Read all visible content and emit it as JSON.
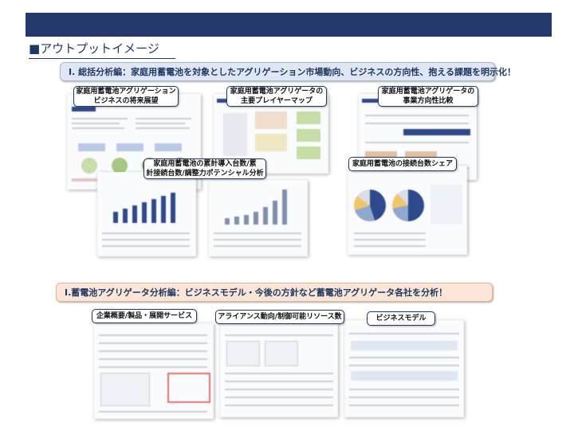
{
  "section_title": "■アウトプットイメージ",
  "banners": {
    "overview": "Ⅰ. 総括分析編：家庭用蓄電池を対象としたアグリゲーション市場動向、ビジネスの方向性、抱える課題を明示化！",
    "aggregator": "Ⅰ.蓄電池アグリゲータ分析編：ビジネスモデル・今後の方針など蓄電池アグリゲータ各社を分析！"
  },
  "labels": {
    "future": "家庭用蓄電池アグリゲーション\nビジネスの将来展望",
    "player_map": "家庭用蓄電池アグリゲータの\n主要プレイヤーマップ",
    "direction": "家庭用蓄電池アグリゲータの\n事業方向性比較",
    "cumulative": "家庭用蓄電池の累計導入台数/累\n計接続台数/調整力ポテンシャル分析",
    "share": "家庭用蓄電池の接続台数シェア",
    "company": "企業概要/製品・展開サービス",
    "alliance": "アライアンス動向/制御可能リソース数",
    "business_model": "ビジネスモデル"
  },
  "colors": {
    "topbar": "#23386b",
    "navy": "#1f3864",
    "accent_blue": "#2e4a8c",
    "accent_green": "#7aa04a"
  }
}
